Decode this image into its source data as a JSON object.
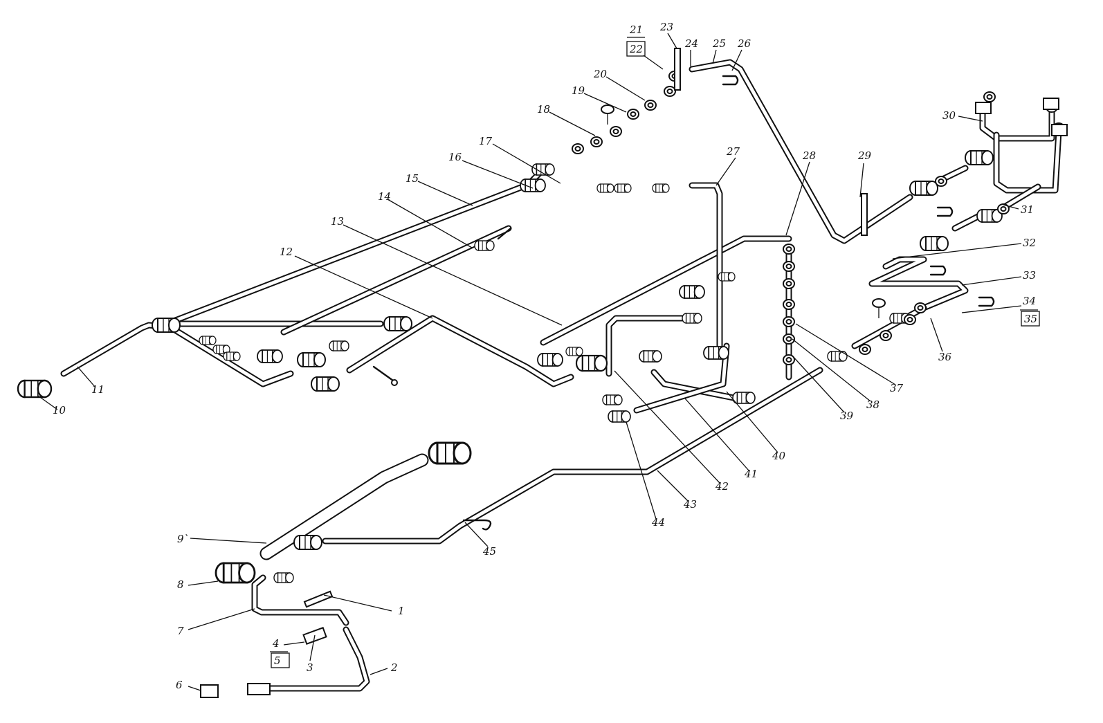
{
  "callouts": [
    {
      "id": "1",
      "label": "1"
    },
    {
      "id": "2",
      "label": "2"
    },
    {
      "id": "3",
      "label": "3"
    },
    {
      "id": "4",
      "label": "4"
    },
    {
      "id": "5",
      "label": "5"
    },
    {
      "id": "6",
      "label": "6"
    },
    {
      "id": "7",
      "label": "7"
    },
    {
      "id": "8",
      "label": "8"
    },
    {
      "id": "9",
      "label": "9`"
    },
    {
      "id": "10",
      "label": "10"
    },
    {
      "id": "11",
      "label": "11"
    },
    {
      "id": "12",
      "label": "12"
    },
    {
      "id": "13",
      "label": "13"
    },
    {
      "id": "14",
      "label": "14"
    },
    {
      "id": "15",
      "label": "15"
    },
    {
      "id": "16",
      "label": "16"
    },
    {
      "id": "17",
      "label": "17"
    },
    {
      "id": "18",
      "label": "18"
    },
    {
      "id": "19",
      "label": "19"
    },
    {
      "id": "20",
      "label": "20"
    },
    {
      "id": "21",
      "label": "21"
    },
    {
      "id": "22",
      "label": "22"
    },
    {
      "id": "23",
      "label": "23"
    },
    {
      "id": "24",
      "label": "24"
    },
    {
      "id": "25",
      "label": "25"
    },
    {
      "id": "26",
      "label": "26"
    },
    {
      "id": "27",
      "label": "27"
    },
    {
      "id": "28",
      "label": "28"
    },
    {
      "id": "29",
      "label": "29"
    },
    {
      "id": "30",
      "label": "30"
    },
    {
      "id": "31",
      "label": "31"
    },
    {
      "id": "32",
      "label": "32"
    },
    {
      "id": "33",
      "label": "33"
    },
    {
      "id": "34",
      "label": "34"
    },
    {
      "id": "35",
      "label": "35"
    },
    {
      "id": "36",
      "label": "36"
    },
    {
      "id": "37",
      "label": "37"
    },
    {
      "id": "38",
      "label": "38"
    },
    {
      "id": "39",
      "label": "39"
    },
    {
      "id": "40",
      "label": "40"
    },
    {
      "id": "41",
      "label": "41"
    },
    {
      "id": "42",
      "label": "42"
    },
    {
      "id": "43",
      "label": "43"
    },
    {
      "id": "44",
      "label": "44"
    },
    {
      "id": "45",
      "label": "45"
    }
  ]
}
